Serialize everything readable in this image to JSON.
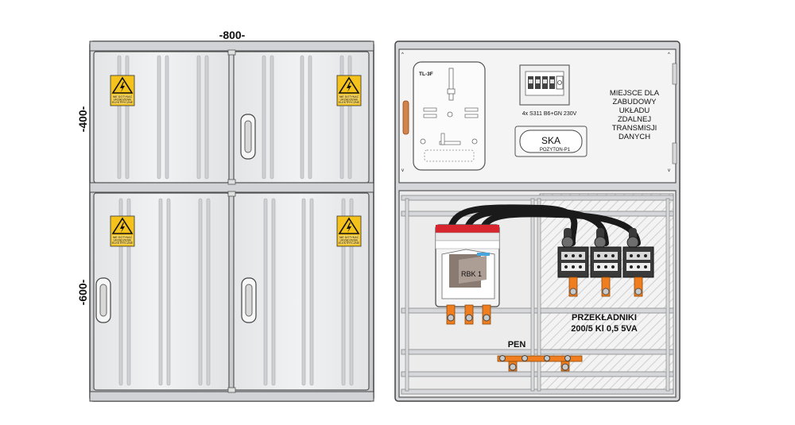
{
  "dimensions": {
    "width_label": "-800-",
    "upper_height_label": "-400-",
    "lower_height_label": "-600-"
  },
  "warning_sign": {
    "line1": "NIE DOTYKAĆ",
    "line2": "URZĄDZENIE",
    "line3": "ELEKTRYCZNE"
  },
  "meter_board": {
    "label": "TL-3F"
  },
  "breakers": {
    "caption": "4x S311 B6+GN 230V"
  },
  "ska_module": {
    "title": "SKA",
    "subtitle": "POZYTON-P1"
  },
  "transmission_note": {
    "lines": [
      "MIEJSCE DLA",
      "ZABUDOWY",
      "UKŁADU",
      "ZDALNEJ",
      "TRANSMISJI",
      "DANYCH"
    ]
  },
  "disconnector": {
    "label": "RBK 1"
  },
  "current_transformers": {
    "line1": "PRZEKŁADNIKI",
    "line2": "200/5 Kl 0,5 5VA"
  },
  "pen_bar": {
    "label": "PEN"
  },
  "colors": {
    "enclosure_fill": "#e9eaec",
    "enclosure_stroke": "#4a4a4a",
    "warning_yellow": "#f4c21b",
    "terminal_orange": "#f07d1e",
    "cable": "#1a1a1a",
    "breaker_red": "#d8262e",
    "window_handle": "#d2844a"
  }
}
